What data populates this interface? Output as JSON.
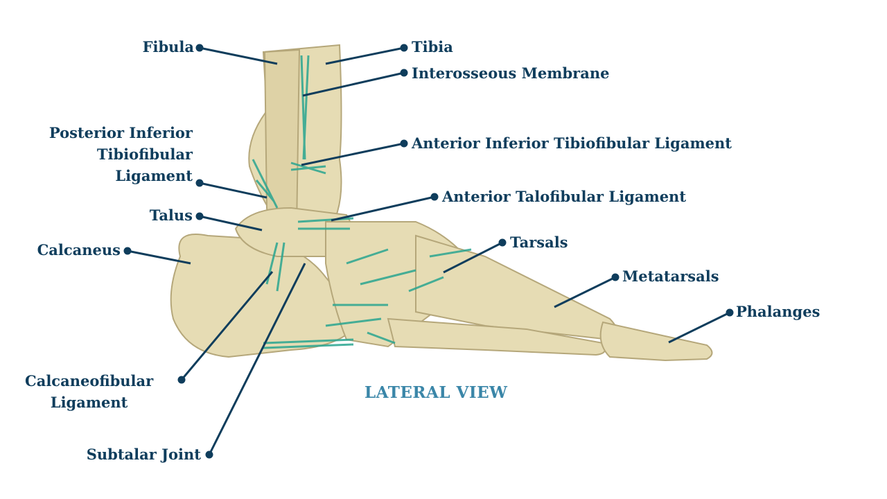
{
  "title": "LATERAL VIEW",
  "colors": {
    "label": "#0f3d5c",
    "bone": "#e6dcb4",
    "bone_shadow": "#c9bb8c",
    "ligament": "#2aa590",
    "title": "#3a86a8"
  },
  "labels": {
    "fibula": "Fibula",
    "tibia": "Tibia",
    "interosseous": "Interosseous Membrane",
    "posterior_inferior": [
      "Posterior Inferior",
      "Tibiofibular",
      "Ligament"
    ],
    "anterior_inferior": "Anterior Inferior Tibiofibular Ligament",
    "talus": "Talus",
    "anterior_talofibular": "Anterior Talofibular Ligament",
    "calcaneus": "Calcaneus",
    "tarsals": "Tarsals",
    "metatarsals": "Metatarsals",
    "phalanges": "Phalanges",
    "calcaneofibular": [
      "Calcaneofibular",
      "Ligament"
    ],
    "subtalar": "Subtalar Joint"
  }
}
